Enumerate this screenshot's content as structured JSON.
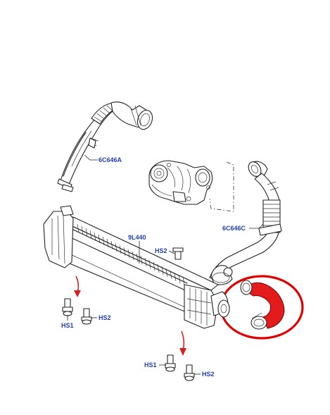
{
  "labels": {
    "upper_hose": "6C646A",
    "intercooler": "9L440",
    "lower_hose": "6C646C",
    "bolt_hs2_top": "HS2",
    "bolt_hs1_left": "HS1",
    "bolt_hs2_left": "HS2",
    "bolt_hs1_bottom": "HS1",
    "bolt_hs2_bottom": "HS2"
  },
  "colors": {
    "label": "#1f3fb0",
    "highlight": "#e00000",
    "highlight_fill": "#e41b1b",
    "callout_arrow": "#d42020",
    "line": "#222222"
  }
}
